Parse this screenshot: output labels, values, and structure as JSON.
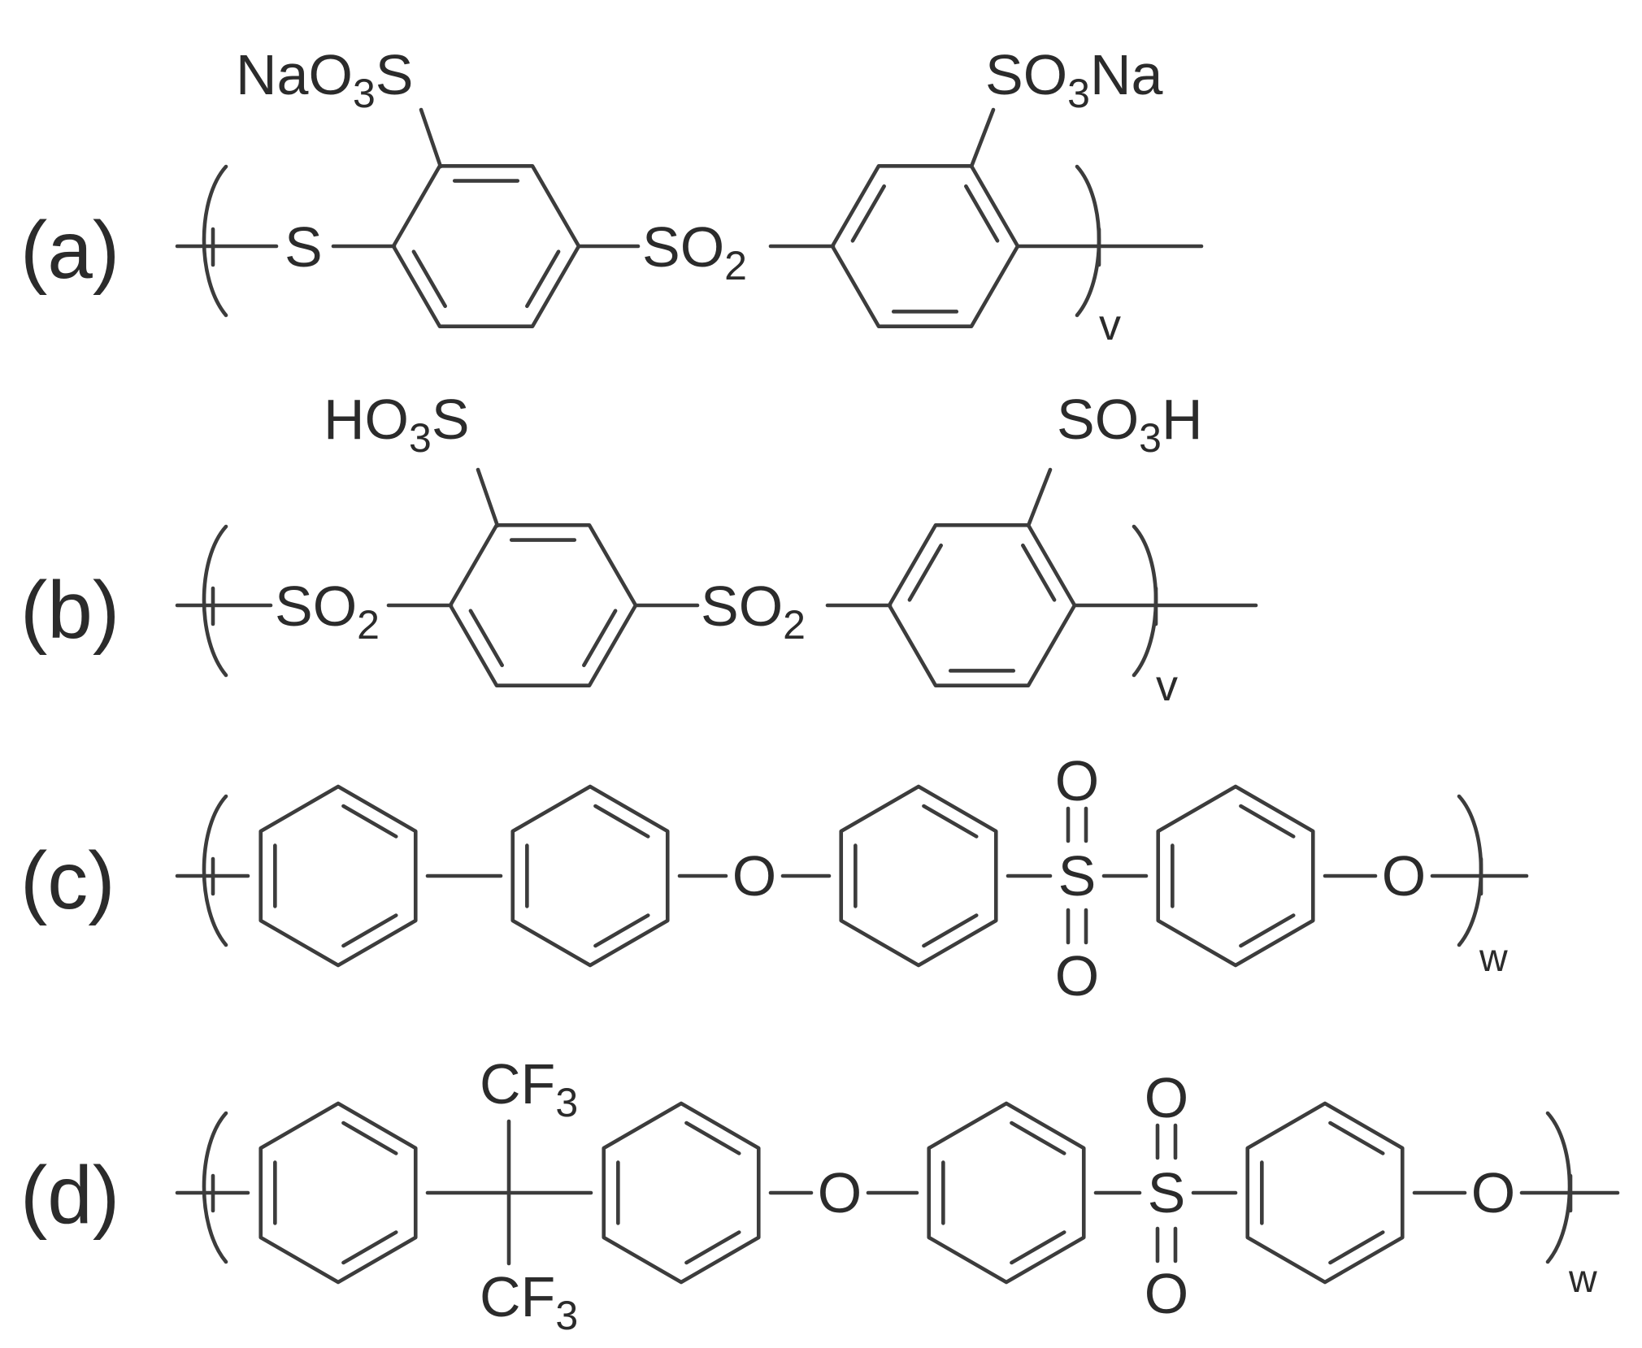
{
  "structures": [
    {
      "label": "(a)",
      "end_subscript": "v",
      "groups": {
        "left_substituent": {
          "main": "NaO",
          "sub": "3",
          "tail": "S"
        },
        "right_substituent": {
          "main": "SO",
          "sub": "3",
          "tail": "Na"
        },
        "link_left": {
          "main": "S",
          "sub": "",
          "tail": ""
        },
        "link_middle": {
          "main": "SO",
          "sub": "2",
          "tail": ""
        }
      }
    },
    {
      "label": "(b)",
      "end_subscript": "v",
      "groups": {
        "left_substituent": {
          "main": "HO",
          "sub": "3",
          "tail": "S"
        },
        "right_substituent": {
          "main": "SO",
          "sub": "3",
          "tail": "H"
        },
        "link_left": {
          "main": "SO",
          "sub": "2",
          "tail": ""
        },
        "link_middle": {
          "main": "SO",
          "sub": "2",
          "tail": ""
        }
      }
    },
    {
      "label": "(c)",
      "end_subscript": "w",
      "groups": {
        "ether_1": "O",
        "sulfur": "S",
        "sulfonyl_o_top": "O",
        "sulfonyl_o_bottom": "O",
        "ether_2": "O"
      }
    },
    {
      "label": "(d)",
      "end_subscript": "w",
      "groups": {
        "cf3_top": {
          "main": "CF",
          "sub": "3"
        },
        "cf3_bottom": {
          "main": "CF",
          "sub": "3"
        },
        "ether_1": "O",
        "sulfur": "S",
        "sulfonyl_o_top": "O",
        "sulfonyl_o_bottom": "O",
        "ether_2": "O"
      }
    }
  ]
}
